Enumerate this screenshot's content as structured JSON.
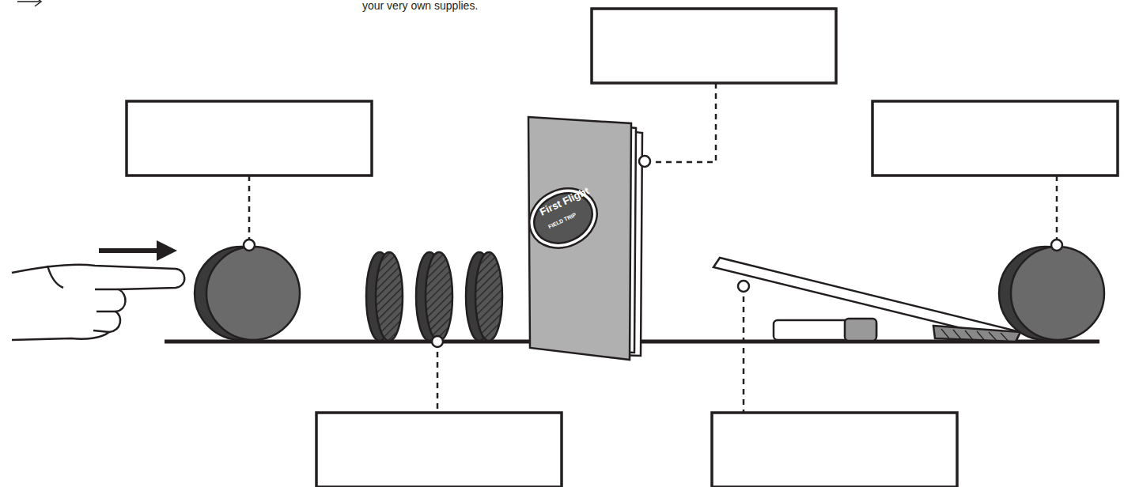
{
  "diagram": {
    "labels": [
      "your very own supplies.",
      "First Flight",
      "FIELD TRIP"
    ]
  }
}
